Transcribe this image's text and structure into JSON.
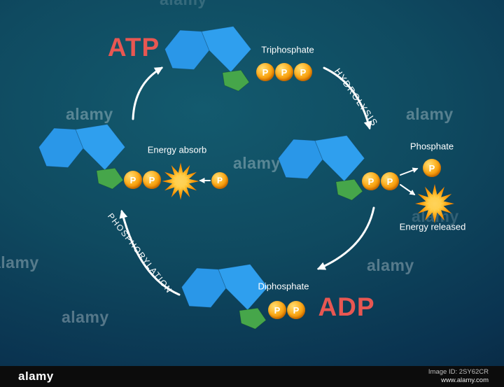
{
  "figure": {
    "atp_label": "ATP",
    "adp_label": "ADP",
    "triphosphate_label": "Triphosphate",
    "diphosphate_label": "Diphosphate",
    "phosphate_label": "Phosphate",
    "energy_absorb_label": "Energy absorb",
    "energy_released_label": "Energy released",
    "hydrolysis_label": "HYDROLYSIS",
    "phosphorylation_label": "PHOSPHORYLATION",
    "phosphate_symbol": "P"
  },
  "colors": {
    "adenine_blue": "#2a97e8",
    "ribose_green": "#46a64a",
    "phosphate_orange": "#f9a825",
    "burst_orange": "#fb9100",
    "atp_adp_red": "#e85752",
    "arrow_white": "#ffffff",
    "background_top": "#135a6e",
    "background_bottom": "#071f36"
  },
  "watermark": {
    "text": "alamy"
  },
  "footer": {
    "brand": "alamy",
    "image_id": "Image ID: 2SY62CR",
    "website": "www.alamy.com"
  }
}
